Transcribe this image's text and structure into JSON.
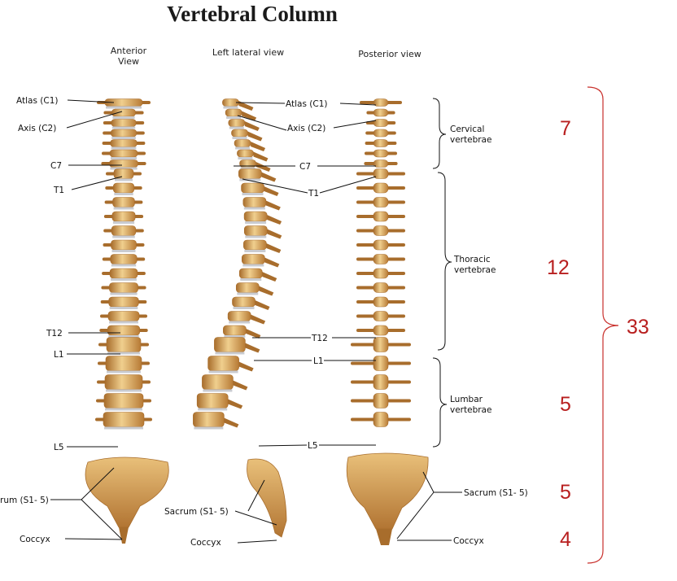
{
  "title": "Vertebral Column",
  "views": {
    "anterior_line1": "Anterior",
    "anterior_line2": "View",
    "lateral": "Left lateral view",
    "posterior": "Posterior view"
  },
  "labels": {
    "atlas": "Atlas (C1)",
    "axis": "Axis (C2)",
    "c7": "C7",
    "t1": "T1",
    "t12": "T12",
    "l1": "L1",
    "l5": "L5",
    "sacrum_left": "rum (S1- 5)",
    "sacrum": "Sacrum (S1- 5)",
    "coccyx": "Coccyx"
  },
  "regions": {
    "cervical_1": "Cervical",
    "cervical_2": "vertebrae",
    "thoracic_1": "Thoracic",
    "thoracic_2": "vertebrae",
    "lumbar_1": "Lumbar",
    "lumbar_2": "vertebrae"
  },
  "counts": {
    "cervical": "7",
    "thoracic": "12",
    "lumbar": "5",
    "sacrum": "5",
    "coccyx": "4",
    "total": "33"
  },
  "colors": {
    "bone": "#d9a35a",
    "bone_light": "#f0cf8e",
    "bone_dark": "#a86d2c",
    "disc": "#c9cbd0",
    "count_red": "#b81f1f"
  }
}
